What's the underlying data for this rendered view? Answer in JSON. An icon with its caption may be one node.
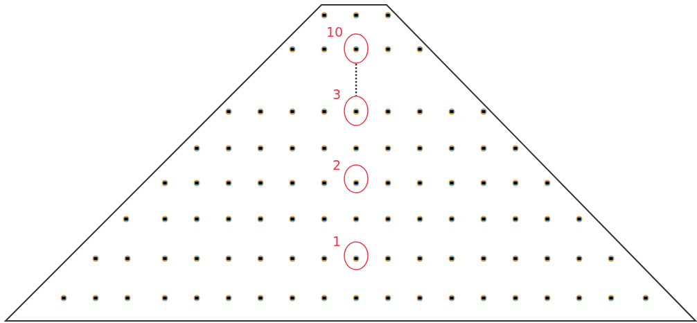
{
  "diagram": {
    "nodes": [
      {
        "text": [],
        "shape": "circle",
        "beside": [
          "10"
        ]
      },
      {
        "text": [],
        "shape": "circle",
        "beside": [
          "3"
        ]
      },
      {
        "text": [],
        "shape": "circle",
        "beside": [
          "2"
        ]
      },
      {
        "text": [],
        "shape": "circle",
        "beside": [
          "1"
        ]
      }
    ],
    "edges": [
      {
        "from": 0,
        "to": 1,
        "arrow": "none",
        "style": "dashed"
      }
    ]
  }
}
